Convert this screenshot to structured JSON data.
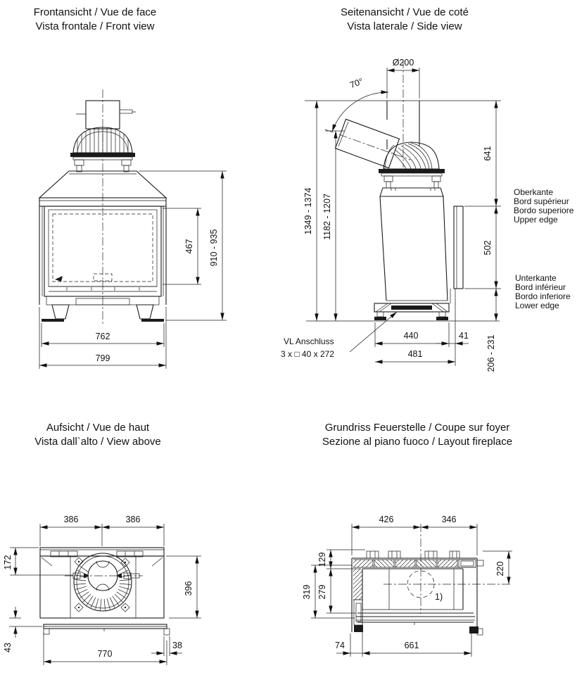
{
  "page": {
    "background": "#ffffff",
    "ink": "#1a1a1a"
  },
  "views": {
    "front": {
      "title_line1": "Frontansicht / Vue de face",
      "title_line2": "Vista frontale / Front view",
      "dims": {
        "door_height": "467",
        "total_height": "910 - 935",
        "feet_width": "762",
        "total_width": "799"
      }
    },
    "side": {
      "title_line1": "Seitenansicht / Vue de coté",
      "title_line2": "Vista laterale / Side view",
      "dims": {
        "flue_diameter": "Ø200",
        "flue_angle": "70°",
        "height_vertical_flue": "1349 - 1374",
        "height_angled_flue": "1182 - 1207",
        "top_to_upper_edge": "641",
        "rear_panel_height": "502",
        "lower_edge_height": "206 - 231",
        "base_depth": "440",
        "rear_offset": "41",
        "total_depth": "481"
      },
      "labels": {
        "upper_edge": [
          "Oberkante",
          "Bord supérieur",
          "Bordo superiore",
          "Upper edge"
        ],
        "lower_edge": [
          "Unterkante",
          "Bord inférieur",
          "Bordo inferiore",
          "Lower edge"
        ],
        "vl_connection": [
          "VL Anschluss",
          "3 x □ 40 x 272"
        ]
      }
    },
    "top": {
      "title_line1": "Aufsicht / Vue de haut",
      "title_line2": "Vista dall`alto / View above",
      "dims": {
        "half_width_left": "386",
        "half_width_right": "386",
        "back_to_handle": "172",
        "front_overhang": "43",
        "plate_depth": "396",
        "side_offset": "38",
        "plate_width": "770"
      }
    },
    "layout": {
      "title_line1": "Grundriss Feuerstelle / Coupe sur foyer",
      "title_line2": "Sezione al piano fuoco / Layout fireplace",
      "dims": {
        "flue_from_left": "426",
        "flue_from_right": "346",
        "back_wall_depth": "129",
        "chamber_depth": "279",
        "inner_depth": "319",
        "flue_center_from_back": "220",
        "left_wall": "74",
        "opening_width": "661"
      },
      "annotations": {
        "footnote_marker": "1)"
      }
    }
  }
}
